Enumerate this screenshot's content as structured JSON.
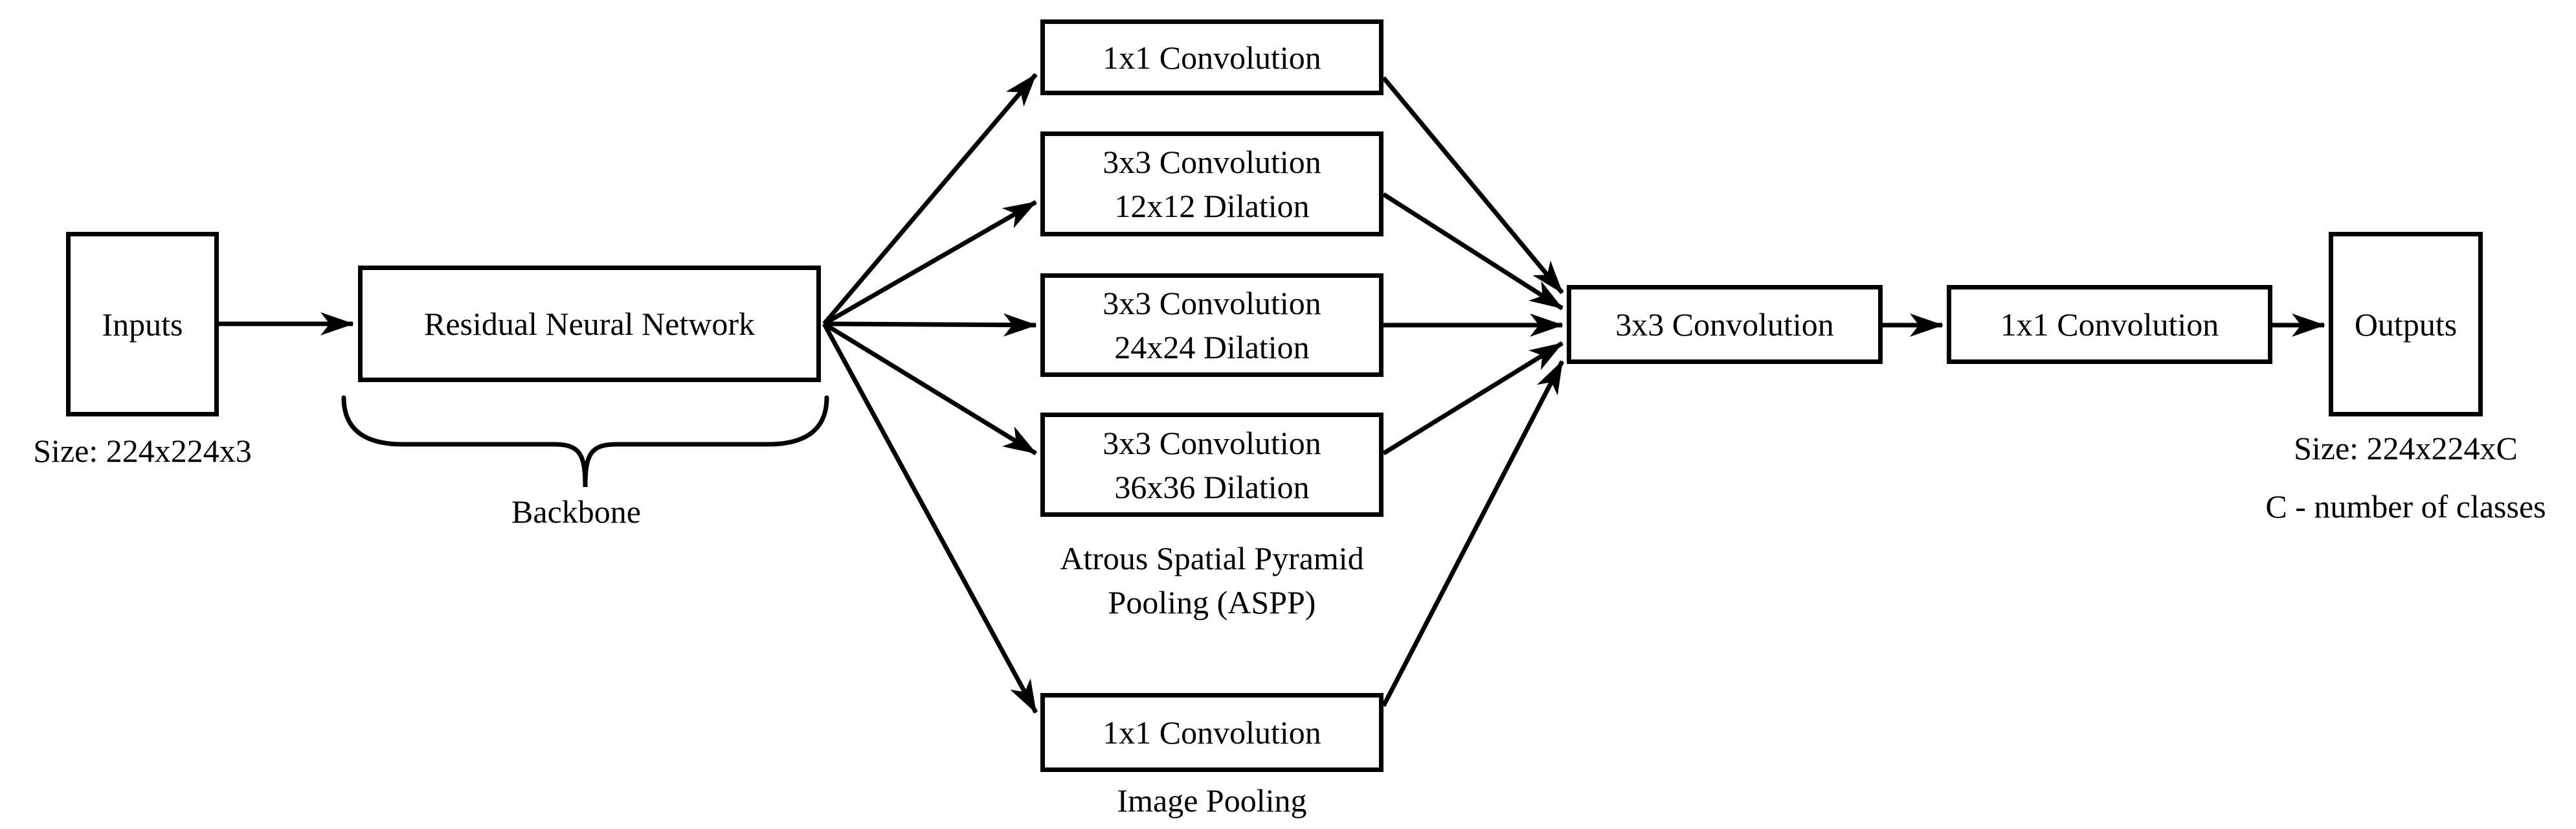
{
  "diagram": {
    "type": "neural-network-architecture-flowchart",
    "colors": {
      "stroke": "#000000",
      "background": "#ffffff",
      "text": "#000000"
    },
    "nodes": {
      "inputs": {
        "label": "Inputs"
      },
      "backbone": {
        "label": "Residual Neural Network"
      },
      "aspp_conv1": {
        "label": "1x1 Convolution"
      },
      "aspp_conv2": {
        "line1": "3x3 Convolution",
        "line2": "12x12 Dilation"
      },
      "aspp_conv3": {
        "line1": "3x3 Convolution",
        "line2": "24x24 Dilation"
      },
      "aspp_conv4": {
        "line1": "3x3 Convolution",
        "line2": "36x36 Dilation"
      },
      "image_pooling": {
        "label": "1x1 Convolution"
      },
      "merge_conv": {
        "label": "3x3 Convolution"
      },
      "final_conv": {
        "label": "1x1 Convolution"
      },
      "outputs": {
        "label": "Outputs"
      }
    },
    "captions": {
      "input_size": "Size: 224x224x3",
      "backbone": "Backbone",
      "aspp_line1": "Atrous Spatial Pyramid",
      "aspp_line2": "Pooling (ASPP)",
      "image_pooling": "Image Pooling",
      "output_size": "Size: 224x224xC",
      "classes_note": "C - number of classes"
    }
  }
}
